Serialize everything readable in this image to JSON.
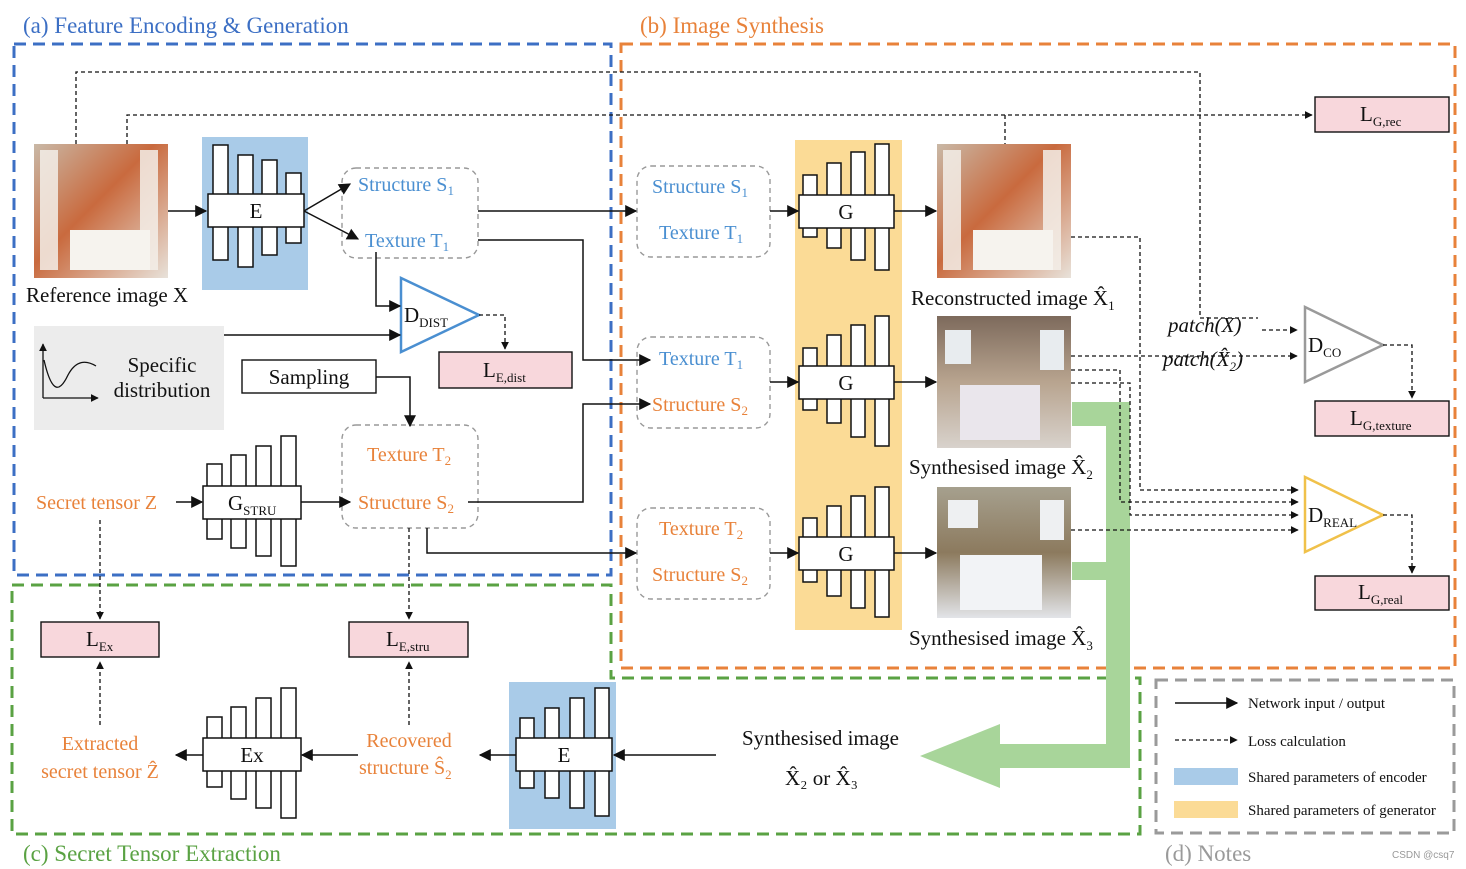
{
  "sections": {
    "a": "(a) Feature Encoding & Generation",
    "b": "(b) Image Synthesis",
    "c": "(c) Secret Tensor Extraction",
    "d": "(d) Notes"
  },
  "labels": {
    "reference_image": "Reference image X",
    "specific_distribution_1": "Specific",
    "specific_distribution_2": "distribution",
    "sampling": "Sampling",
    "secret_tensor": "Secret tensor Z",
    "encoder_E": "E",
    "generator_G": "G",
    "gstru": "G",
    "gstru_sub": "STRU",
    "extractor": "Ex",
    "ddist": "D",
    "ddist_sub": "DIST",
    "dco": "D",
    "dco_sub": "CO",
    "dreal": "D",
    "dreal_sub": "REAL",
    "structure_s1": "Structure S",
    "texture_t1": "Texture T",
    "texture_t2": "Texture T",
    "structure_s2": "Structure S",
    "sub1": "1",
    "sub2": "2",
    "reconstructed": "Reconstructed image X̂",
    "synth2": "Synthesised image X̂",
    "synth3": "Synthesised image X̂",
    "patch_x": "patch(X)",
    "patch_x2": "patch(X̂",
    "synthesised_image": "Synthesised image",
    "x2_or_x3": "X̂₂ or X̂₃",
    "extracted_1": "Extracted",
    "extracted_2": "secret tensor Ẑ",
    "recovered_1": "Recovered",
    "recovered_2": "structure Ŝ",
    "watermark": "CSDN @csq7"
  },
  "losses": {
    "l_g_rec": "rec",
    "l_e_dist": "E,dist",
    "l_g_texture": "G,texture",
    "l_g_real": "G,real",
    "l_ex": "Ex",
    "l_e_stru": "E,stru",
    "l_g_rec_full": "G,rec",
    "l_letter": "L"
  },
  "notes": [
    "Network input / output",
    "Loss calculation",
    "Shared parameters of encoder",
    "Shared parameters of generator"
  ],
  "colors": {
    "blue_section": "#3c6fc4",
    "orange_section": "#e8823a",
    "green_section": "#5aa243",
    "grey_section": "#9a9a9a",
    "encoder_fill": "#a9cbe8",
    "generator_fill": "#fbdb96",
    "loss_fill": "#f8d7dc",
    "flow_arrow": "#a8d59a"
  }
}
